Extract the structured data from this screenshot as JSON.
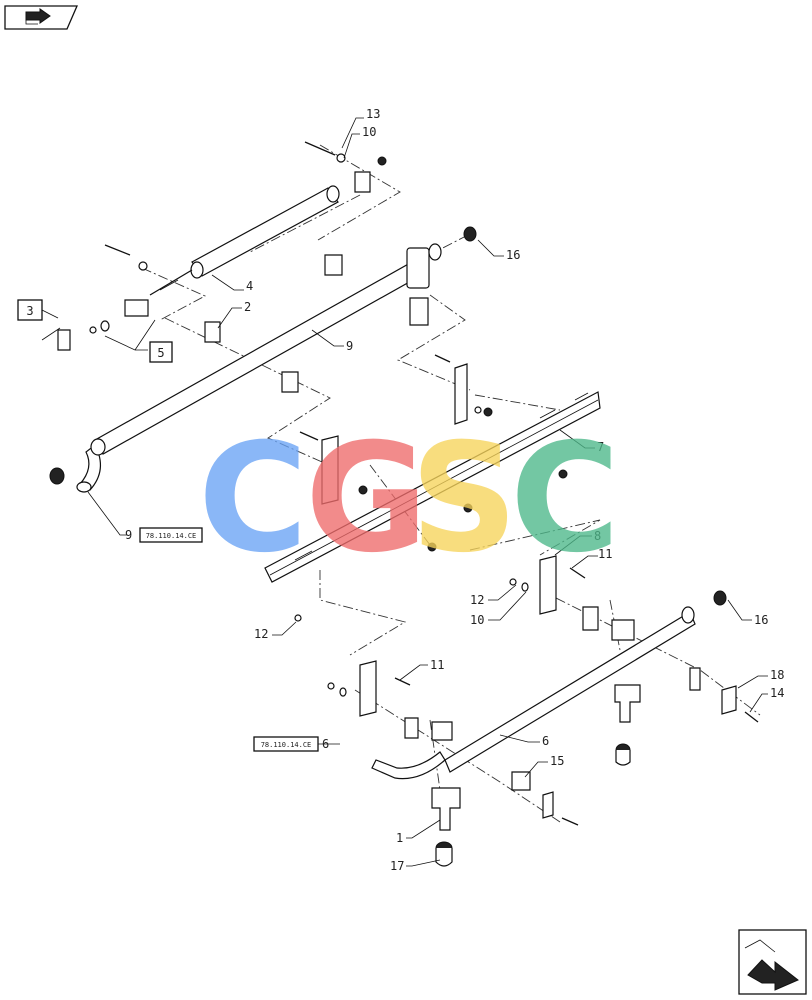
{
  "callouts": {
    "c1": "1",
    "c2": "2",
    "c3": "3",
    "c4": "4",
    "c5": "5",
    "c6": "6",
    "c6b": "6",
    "c7": "7",
    "c8": "8",
    "c9a": "9",
    "c9b": "9",
    "c10a": "10",
    "c10b": "10",
    "c11a": "11",
    "c11b": "11",
    "c12a": "12",
    "c12b": "12",
    "c13": "13",
    "c14": "14",
    "c15": "15",
    "c16a": "16",
    "c16b": "16",
    "c17": "17",
    "c18": "18"
  },
  "references": {
    "ref_pipe_9": "78.110.14.CE",
    "ref_pipe_6": "78.110.14.CE"
  },
  "watermark": {
    "letters": [
      "C",
      "G",
      "S",
      "C"
    ],
    "colors": [
      "#6aa3f5",
      "#ef6b6b",
      "#f7d45b",
      "#4db88a"
    ]
  },
  "icons": {
    "top_left": "navigation-arrow-icon",
    "bottom_right": "next-page-arrow-icon"
  }
}
